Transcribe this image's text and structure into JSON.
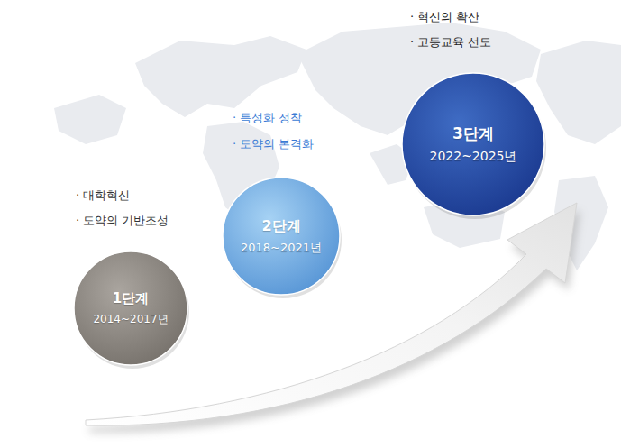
{
  "diagram": {
    "nodes": [
      {
        "text": [
          "1단계",
          "2014~2017년"
        ]
      },
      {
        "text": [
          "2단계",
          "2018~2021년"
        ]
      },
      {
        "text": [
          "3단계",
          "2022~2025년"
        ]
      }
    ],
    "labels": [
      "· 대학혁신",
      "· 도약의 기반조성",
      "· 특성화 정착",
      "· 도약의 본격화",
      "· 혁신의 확산",
      "· 고등교육 선도"
    ]
  }
}
